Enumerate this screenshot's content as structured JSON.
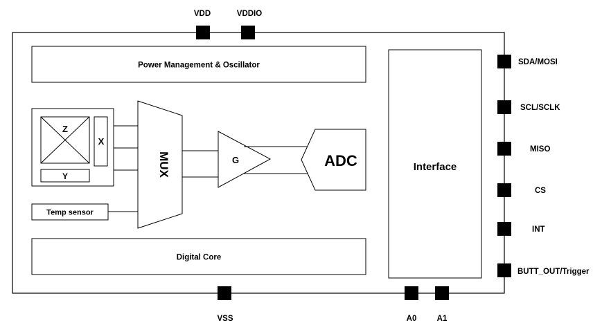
{
  "diagram": {
    "top_pins": [
      "VDD",
      "VDDIO"
    ],
    "bottom_pins": [
      "VSS",
      "A0",
      "A1"
    ],
    "right_pins": [
      "SDA/MOSI",
      "SCL/SCLK",
      "MISO",
      "CS",
      "INT",
      "BUTT_OUT/Trigger"
    ],
    "blocks": {
      "power": "Power Management & Oscillator",
      "digital_core": "Digital Core",
      "temp_sensor": "Temp sensor",
      "mux": "MUX",
      "gain": "G",
      "adc": "ADC",
      "interface": "Interface",
      "axis_z": "Z",
      "axis_x": "X",
      "axis_y": "Y"
    }
  }
}
